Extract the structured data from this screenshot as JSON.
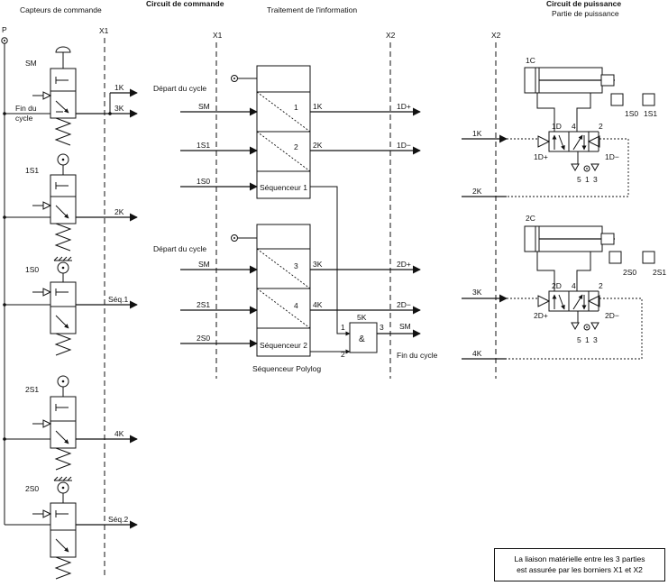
{
  "headers": {
    "capteurs": "Capteurs de commande",
    "circuit_commande": "Circuit de commande",
    "traitement": "Traitement de l'information",
    "circuit_puissance": "Circuit de puissance",
    "partie_puissance": "Partie de puissance"
  },
  "borniers": {
    "x1": "X1",
    "x2": "X2"
  },
  "source": "P",
  "sensors": {
    "sm": "SM",
    "fin_cycle_1": "Fin du",
    "fin_cycle_2": "cycle",
    "s1s1": "1S1",
    "s1s0": "1S0",
    "s2s1": "2S1",
    "s2s0": "2S0"
  },
  "signals": {
    "k1": "1K",
    "k2": "2K",
    "k3": "3K",
    "k4": "4K",
    "k5": "5K",
    "seq1": "Séq.1",
    "seq2": "Séq.2",
    "d1p": "1D+",
    "d1m": "1D−",
    "d2p": "2D+",
    "d2m": "2D−",
    "sm": "SM",
    "s1s1": "1S1",
    "s1s0": "1S0",
    "s2s1": "2S1",
    "s2s0": "2S0"
  },
  "sequencer1": {
    "start": "Départ du cycle",
    "step1": "1",
    "step2": "2",
    "label": "Séquenceur 1"
  },
  "sequencer2": {
    "start": "Départ du cycle",
    "step3": "3",
    "step4": "4",
    "label": "Séquenceur 2",
    "and_label": "&",
    "and_in1": "1",
    "and_in2": "2",
    "and_out": "3",
    "fin_cycle": "Fin du cycle"
  },
  "polylog": "Séquenceur Polylog",
  "power": {
    "cyl1": "1C",
    "cyl2": "2C",
    "v1_1d": "1D",
    "v1_4": "4",
    "v1_2": "2",
    "v1_1dp": "1D+",
    "v1_1dm": "1D−",
    "v2_2d": "2D",
    "v2_4": "4",
    "v2_2": "2",
    "v2_2dp": "2D+",
    "v2_2dm": "2D−",
    "port5": "5",
    "port1": "1",
    "port3": "3",
    "lim_1s0": "1S0",
    "lim_1s1": "1S1",
    "lim_2s0": "2S0",
    "lim_2s1": "2S1"
  },
  "note": {
    "line1": "La liaison matérielle entre les 3 parties",
    "line2": "est assurée par les borniers X1 et X2"
  }
}
